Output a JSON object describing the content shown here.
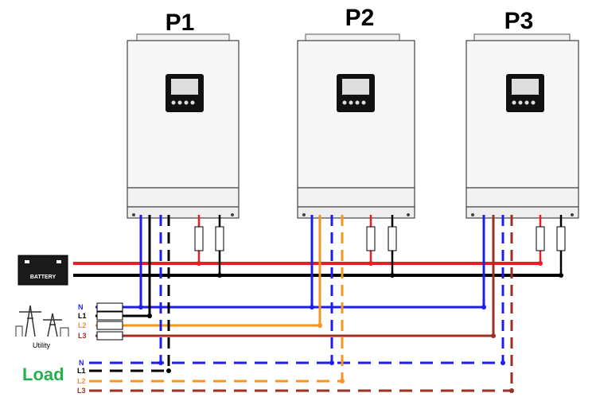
{
  "units": [
    {
      "title": "P1"
    },
    {
      "title": "P2"
    },
    {
      "title": "P3"
    }
  ],
  "battery": {
    "label": "BATTERY"
  },
  "utility": {
    "label": "Utility"
  },
  "load": {
    "label": "Load"
  },
  "phases": {
    "n": "N",
    "l1": "L1",
    "l2": "L2",
    "l3": "L3"
  },
  "colors": {
    "positive": "#ee1c24",
    "negative": "#000000",
    "neutral": "#1d1df0",
    "l1": "#000000",
    "l2": "#f7941d",
    "l3": "#9e3023",
    "load_label": "#22b24c"
  }
}
